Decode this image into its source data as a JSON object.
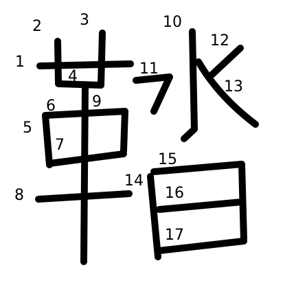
{
  "colors": {
    "background": "#ffffff",
    "stroke": "#000000",
    "label": "#000000"
  },
  "stroke_numbers": [
    "1",
    "2",
    "3",
    "4",
    "5",
    "6",
    "7",
    "8",
    "9",
    "10",
    "11",
    "12",
    "13",
    "14",
    "15",
    "16",
    "17"
  ]
}
